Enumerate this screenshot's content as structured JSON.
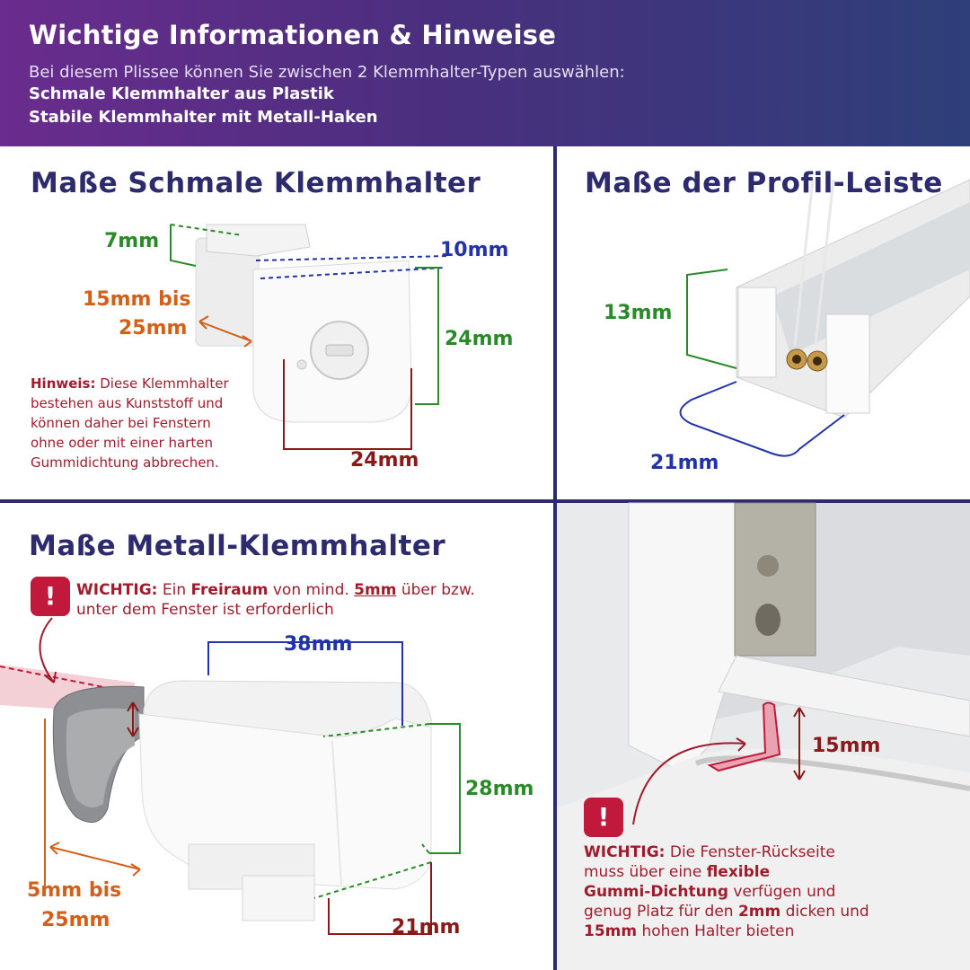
{
  "header": {
    "title": "Wichtige Informationen & Hinweise",
    "subtitle": "Bei diesem Plissee können Sie zwischen 2 Klemmhalter-Typen auswählen:",
    "line1": "Schmale Klemmhalter aus Plastik",
    "line2": "Stabile Klemmhalter mit Metall-Haken"
  },
  "panel_schmal": {
    "title": "Maße Schmale Klemmhalter",
    "dim_7": "7mm",
    "dim_10": "10mm",
    "dim_15a": "15mm bis",
    "dim_15b": "25mm",
    "dim_24h": "24mm",
    "dim_24w": "24mm",
    "note_label": "Hinweis:",
    "note_l1": " Diese Klemmhalter",
    "note_l2": "bestehen aus Kunststoff und",
    "note_l3": "können daher bei Fenstern",
    "note_l4": "ohne oder mit einer harten",
    "note_l5": "Gummidichtung abbrechen."
  },
  "panel_profil": {
    "title": "Maße der Profil-Leiste",
    "dim_13": "13mm",
    "dim_21": "21mm"
  },
  "panel_metall": {
    "title": "Maße Metall-Klemmhalter",
    "warn_label": "WICHTIG:",
    "warn_t1": " Ein ",
    "warn_freiraum": "Freiraum",
    "warn_t2": " von mind. ",
    "warn_5mm": "5mm",
    "warn_t3": " über bzw.",
    "warn_l2": "unter dem Fenster ist erforderlich",
    "dim_38": "38mm",
    "dim_28": "28mm",
    "dim_5a": "5mm bis",
    "dim_5b": "25mm",
    "dim_21": "21mm"
  },
  "panel_fenster": {
    "dim_15": "15mm",
    "warn_label": "WICHTIG:",
    "warn_t1": " Die Fenster-Rückseite",
    "warn_l2a": "muss über eine ",
    "warn_flex": "flexible",
    "warn_gummi": "Gummi-Dichtung",
    "warn_l3b": " verfügen und",
    "warn_l4a": "genug Platz für den ",
    "warn_2mm": "2mm",
    "warn_l4b": " dicken und",
    "warn_15mm": "15mm",
    "warn_l5b": " hohen Halter bieten"
  },
  "icons": {
    "badge": "exclamation-icon"
  },
  "colors": {
    "header_start": "#6a2c8e",
    "header_end": "#2e3f7a",
    "title": "#2d2a6e",
    "warning": "#c0193c"
  }
}
